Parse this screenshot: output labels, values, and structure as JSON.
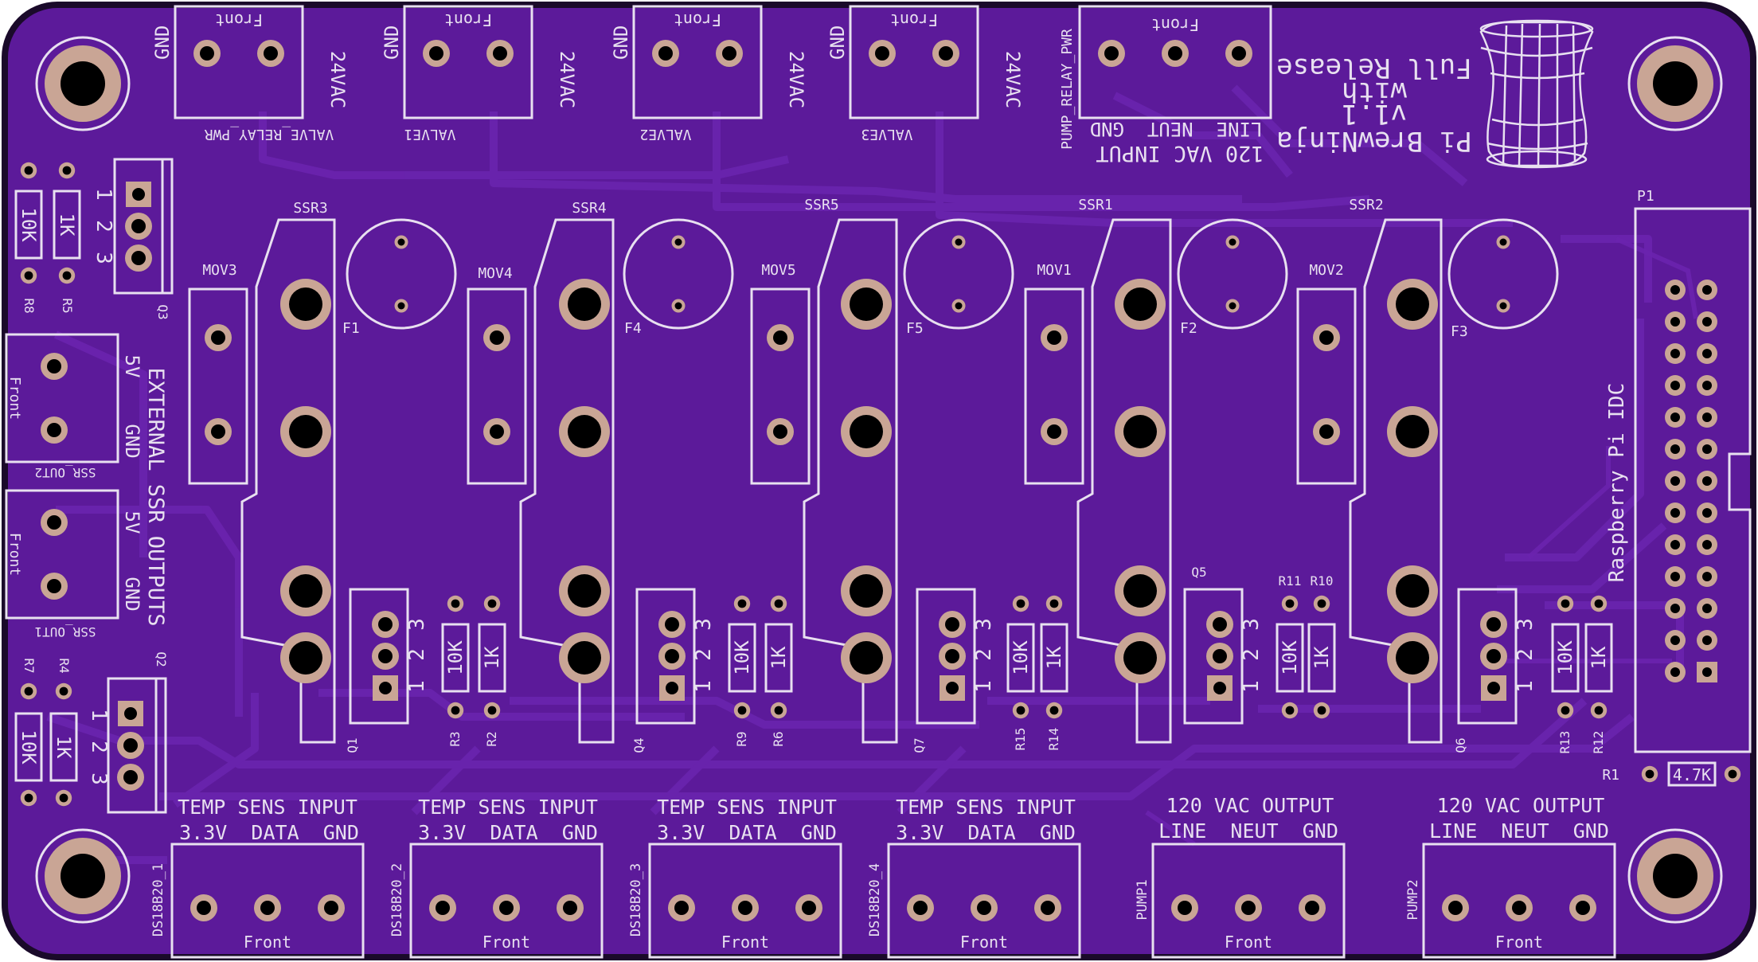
{
  "board": {
    "colors": {
      "substrate": "#4a1880",
      "mask": "#5c1a9a",
      "trace": "#6a24ae",
      "silk": "#e8e0f0",
      "pad_ring": "#c9a595",
      "hole": "#000000",
      "outline": "#1a0a2a"
    },
    "title": {
      "line1": "Pi BrewNinja",
      "line2": "v1.1",
      "line3": "with",
      "line4": "Full Release"
    },
    "top_connectors": [
      {
        "ref": "VALVE_RELAY_PWR",
        "front": "Front",
        "left_pin": "GND",
        "right_pin": "24VAC"
      },
      {
        "ref": "VALVE1",
        "front": "Front",
        "left_pin": "GND",
        "right_pin": "24VAC"
      },
      {
        "ref": "VALVE2",
        "front": "Front",
        "left_pin": "GND",
        "right_pin": "24VAC"
      },
      {
        "ref": "VALVE3",
        "front": "Front",
        "left_pin": "GND",
        "right_pin": "24VAC"
      }
    ],
    "pump_relay": {
      "ref": "PUMP_RELAY_PWR",
      "front": "Front",
      "pins": "LINE  NEUT  GND",
      "caption": "120 VAC INPUT"
    },
    "ssr_channels": [
      {
        "ssr": "SSR3",
        "mov": "MOV3",
        "fuse": "F1",
        "q": "Q1",
        "r_a": "R3",
        "r_b": "R2"
      },
      {
        "ssr": "SSR4",
        "mov": "MOV4",
        "fuse": "F4",
        "q": "Q4",
        "r_a": "R9",
        "r_b": "R6"
      },
      {
        "ssr": "SSR5",
        "mov": "MOV5",
        "fuse": "F5",
        "q": "Q7",
        "r_a": "R15",
        "r_b": "R14"
      },
      {
        "ssr": "SSR1",
        "mov": "MOV1",
        "fuse": "F2",
        "q": "Q5",
        "r_a": "R11",
        "r_b": "R10"
      },
      {
        "ssr": "SSR2",
        "mov": "MOV2",
        "fuse": "F3",
        "q": "Q6",
        "r_a": "R13",
        "r_b": "R12"
      }
    ],
    "resistor_values": {
      "r10k": "10K",
      "r1k": "1K",
      "r47k": "4.7K"
    },
    "pin_numbers": [
      "1",
      "2",
      "3"
    ],
    "left_side": {
      "q3": "Q3",
      "r8": "R8",
      "r5": "R5",
      "q2": "Q2",
      "r7": "R7",
      "r4": "R4",
      "ssr_out2": "SSR_OUT2",
      "ssr_out1": "SSR_OUT1",
      "front": "Front",
      "pin_5v": "5V",
      "pin_gnd": "GND",
      "caption": "EXTERNAL SSR OUTPUTS"
    },
    "temp_inputs": [
      {
        "ref": "DS18B20_1",
        "title": "TEMP SENS INPUT",
        "pins": "3.3V  DATA  GND",
        "front": "Front"
      },
      {
        "ref": "DS18B20_2",
        "title": "TEMP SENS INPUT",
        "pins": "3.3V  DATA  GND",
        "front": "Front"
      },
      {
        "ref": "DS18B20_3",
        "title": "TEMP SENS INPUT",
        "pins": "3.3V  DATA  GND",
        "front": "Front"
      },
      {
        "ref": "DS18B20_4",
        "title": "TEMP SENS INPUT",
        "pins": "3.3V  DATA  GND",
        "front": "Front"
      }
    ],
    "pump_outputs": [
      {
        "ref": "PUMP1",
        "title": "120 VAC OUTPUT",
        "pins": "LINE  NEUT  GND",
        "front": "Front"
      },
      {
        "ref": "PUMP2",
        "title": "120 VAC OUTPUT",
        "pins": "LINE  NEUT  GND",
        "front": "Front"
      }
    ],
    "pi_header": {
      "ref": "P1",
      "label": "Raspberry Pi IDC"
    },
    "r1": {
      "ref": "R1",
      "value": "4.7K"
    }
  }
}
